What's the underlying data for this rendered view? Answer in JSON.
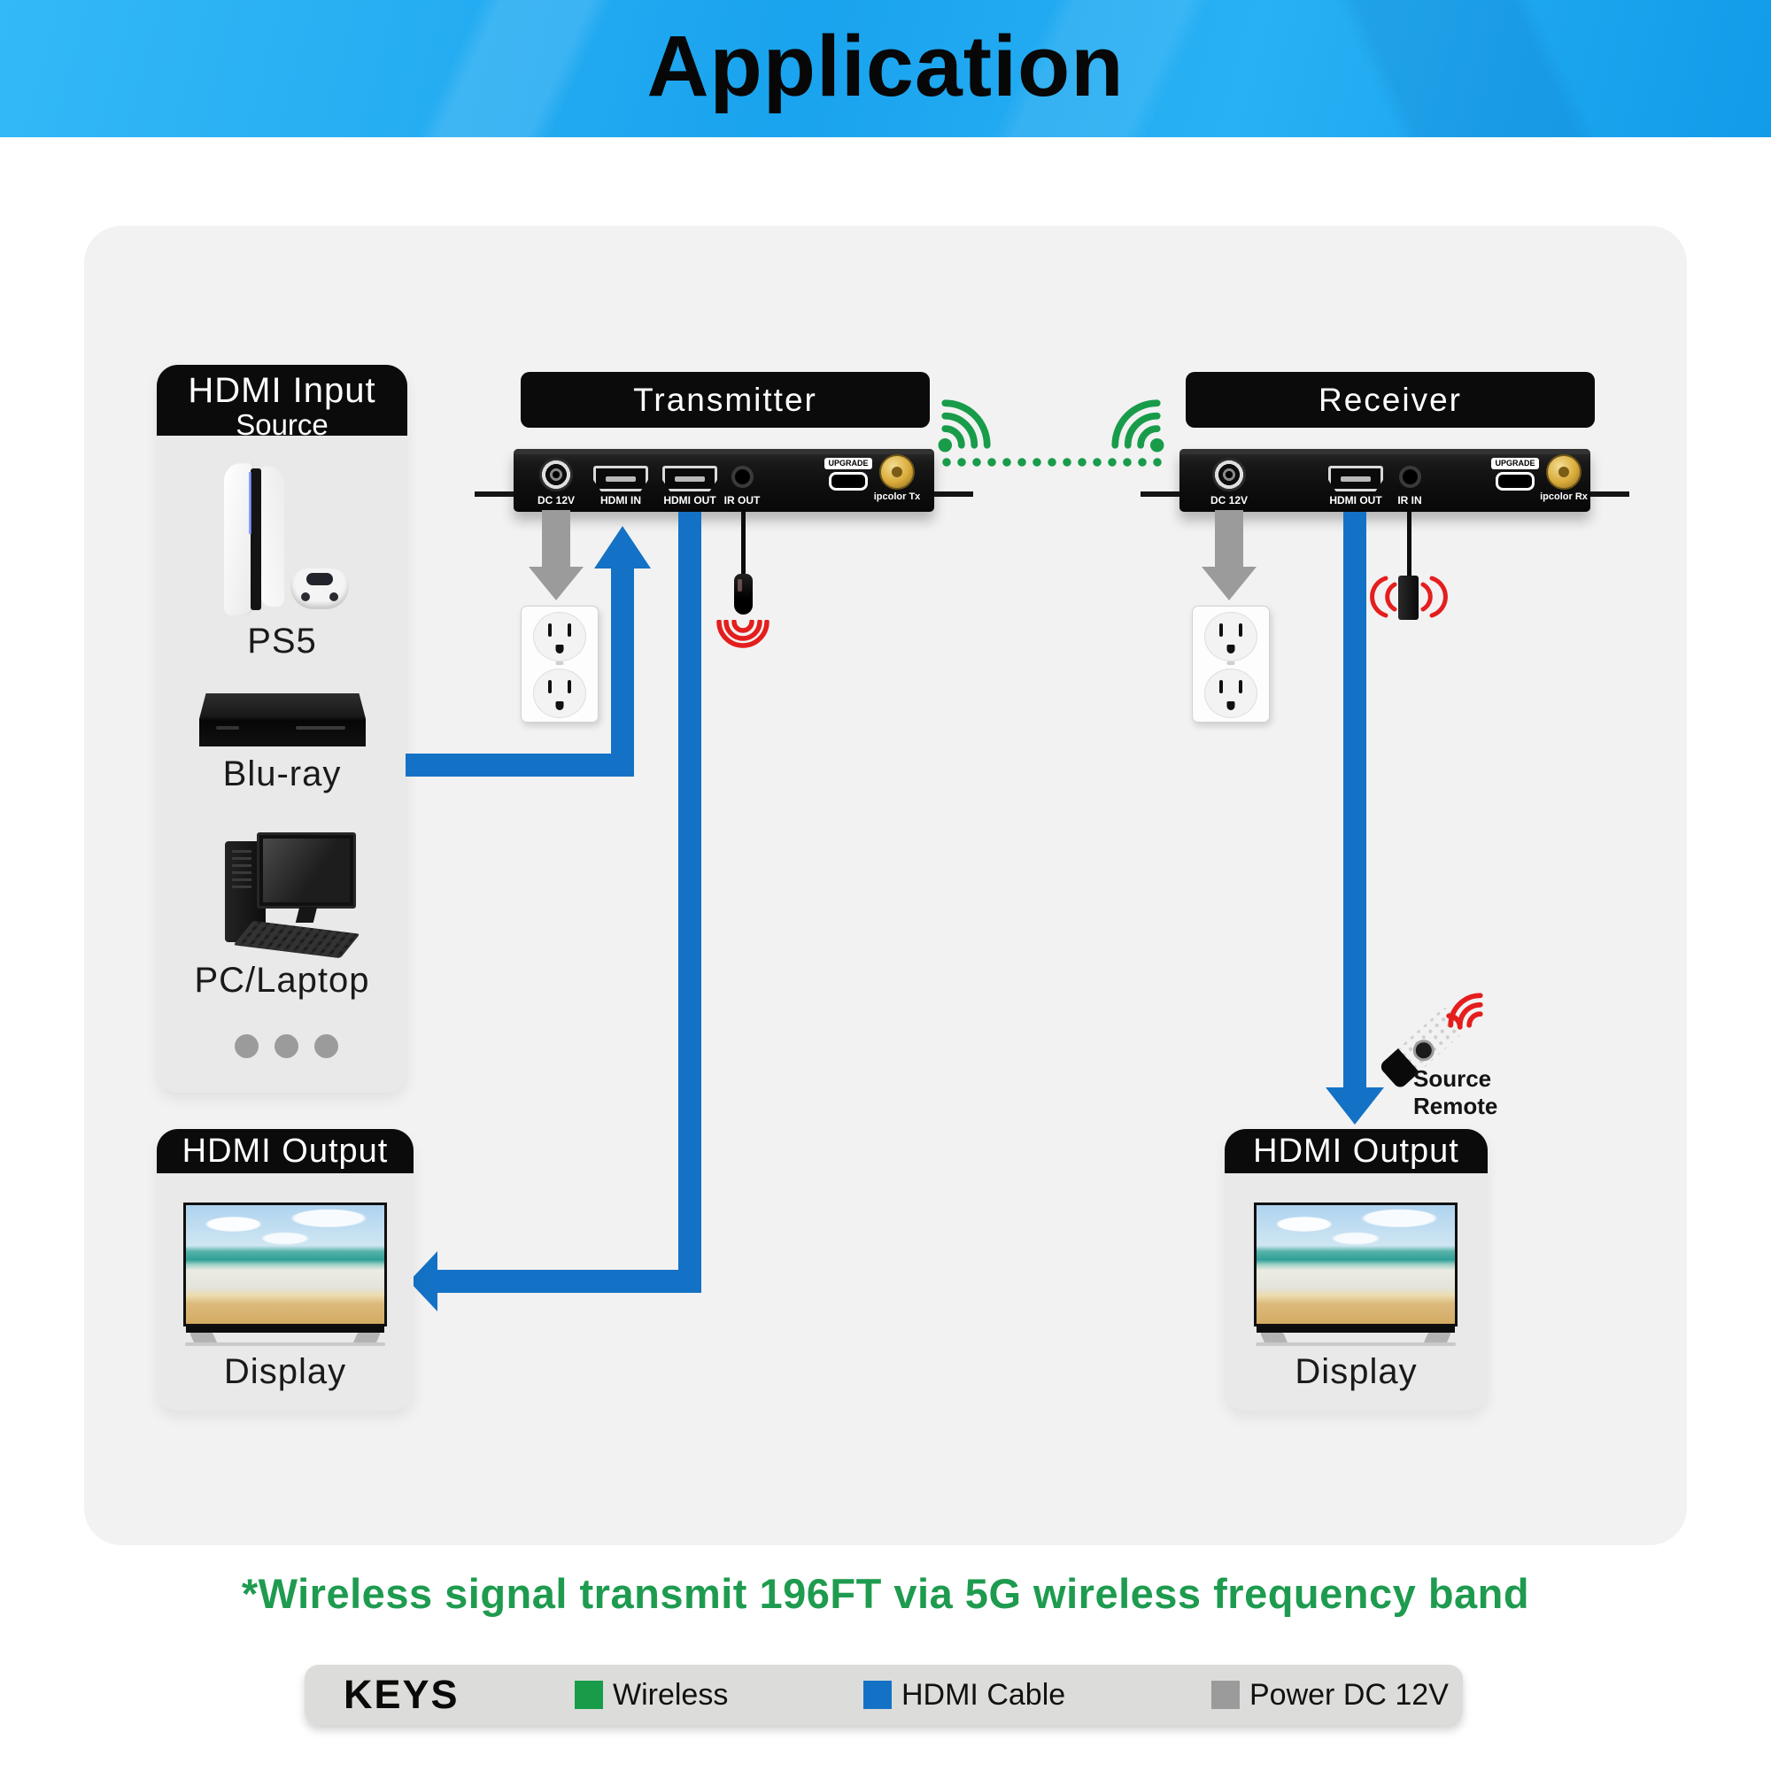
{
  "banner": {
    "title": "Application"
  },
  "diagram": {
    "input_panel": {
      "header_line1": "HDMI Input",
      "header_line2": "Source",
      "items": [
        {
          "label": "PS5"
        },
        {
          "label": "Blu-ray"
        },
        {
          "label": "PC/Laptop"
        }
      ]
    },
    "transmitter": {
      "title": "Transmitter",
      "ports": [
        {
          "label": "DC 12V"
        },
        {
          "label": "HDMI IN"
        },
        {
          "label": "HDMI OUT"
        },
        {
          "label": "IR OUT"
        },
        {
          "label": "UPGRADE"
        },
        {
          "label": "ipcolor Tx"
        }
      ]
    },
    "receiver": {
      "title": "Receiver",
      "ports": [
        {
          "label": "DC 12V"
        },
        {
          "label": "HDMI OUT"
        },
        {
          "label": "IR IN"
        },
        {
          "label": "UPGRADE"
        },
        {
          "label": "ipcolor Rx"
        }
      ]
    },
    "output_panel_left": {
      "header": "HDMI Output",
      "label": "Display"
    },
    "output_panel_right": {
      "header": "HDMI Output",
      "label": "Display"
    },
    "remote": {
      "line1": "Source",
      "line2": "Remote"
    }
  },
  "note": "*Wireless signal transmit 196FT via 5G wireless frequency band",
  "legend": {
    "title": "KEYS",
    "items": [
      {
        "label": "Wireless",
        "color": "#189C4A"
      },
      {
        "label": "HDMI Cable",
        "color": "#1472C6"
      },
      {
        "label": "Power DC 12V",
        "color": "#9B9B9B"
      }
    ]
  },
  "colors": {
    "banner_blue": "#1CA8EF",
    "wireless_green": "#189C4A",
    "hdmi_cable_blue": "#1472C6",
    "power_gray": "#9B9B9B",
    "ir_signal_red": "#E41E1E",
    "container_gray": "#F2F2F2",
    "panel_gray": "#E9E9E9",
    "header_black": "#0B0B0B"
  }
}
